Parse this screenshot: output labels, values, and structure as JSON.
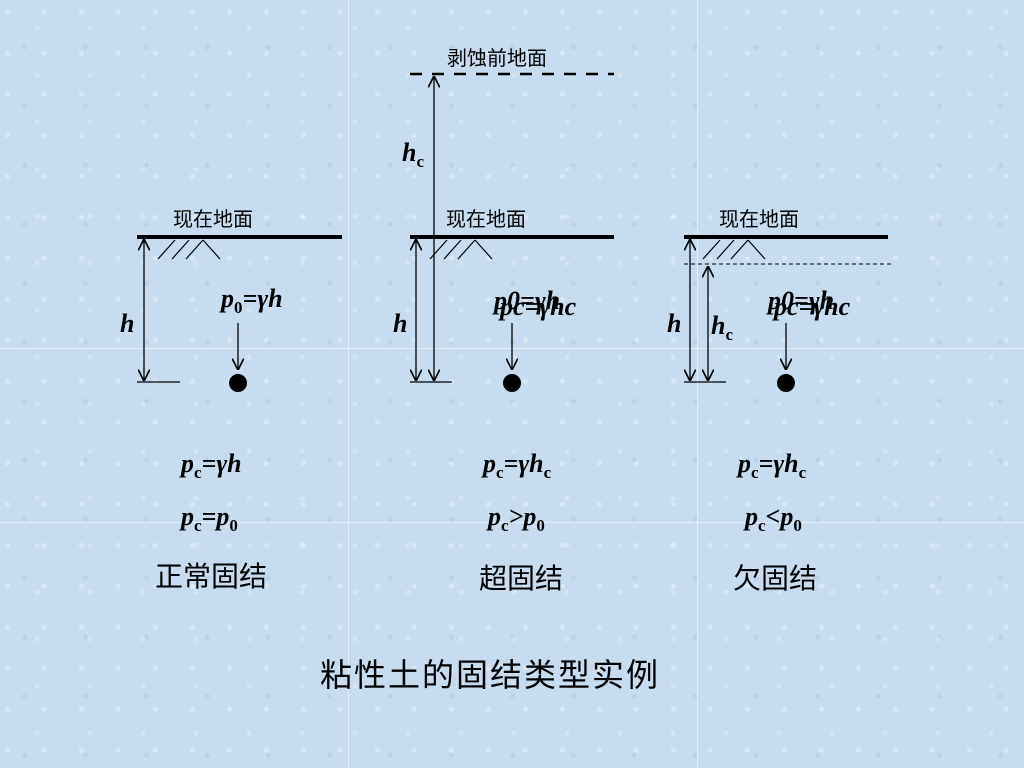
{
  "erosion_surface_label": "剥蚀前地面",
  "panels": [
    {
      "ground_label": "现在地面",
      "h_symbol": "h",
      "stress_base": "p",
      "stress_sub": "0",
      "stress_rhs": "=γh",
      "formula1": {
        "base": "p",
        "sub": "c",
        "rhs": "=γh"
      },
      "formula2": {
        "base": "p",
        "sub": "c",
        "op": "=",
        "rhs_base": "p",
        "rhs_sub": "0"
      },
      "state": "正常固结"
    },
    {
      "ground_label": "现在地面",
      "h_symbol": "h",
      "hc_base": "h",
      "hc_sub": "c",
      "stress_overlap_a": "p0=γh",
      "stress_overlap_b": "pc=γhc",
      "formula1": {
        "base": "p",
        "sub": "c",
        "rhs": "=γh",
        "rhs_sub": "c"
      },
      "formula2": {
        "base": "p",
        "sub": "c",
        "op": ">",
        "rhs_base": "p",
        "rhs_sub": "0"
      },
      "state": "超固结"
    },
    {
      "ground_label": "现在地面",
      "h_symbol": "h",
      "hc_base": "h",
      "hc_sub": "c",
      "stress_overlap_a": "p0=γh",
      "stress_overlap_b": "pc=γhc",
      "formula1": {
        "base": "p",
        "sub": "c",
        "rhs": "=γh",
        "rhs_sub": "c"
      },
      "formula2": {
        "base": "p",
        "sub": "c",
        "op": "<",
        "rhs_base": "p",
        "rhs_sub": "0"
      },
      "state": "欠固结"
    }
  ],
  "title": "粘性土的固结类型实例"
}
